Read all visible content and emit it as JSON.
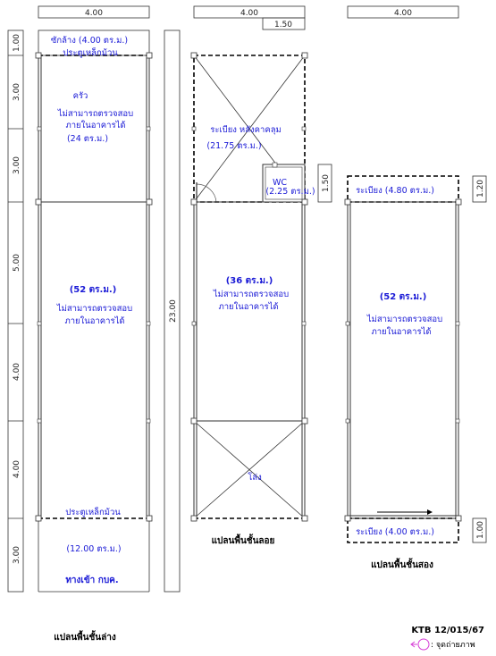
{
  "dimensions": {
    "top_width_1": "4.00",
    "top_width_2": "4.00",
    "top_width_3": "4.00",
    "top_offset": "1.50",
    "left_1": "1.00",
    "left_2": "3.00",
    "left_3": "3.00",
    "left_4": "5.00",
    "left_5": "4.00",
    "left_6": "4.00",
    "left_7": "3.00",
    "total_length": "23.00",
    "mid_wc": "1.50",
    "right_top": "1.20",
    "right_bottom": "1.00"
  },
  "ground_floor": {
    "wash_area": "ซักล้าง (4.00 ตร.ม.)",
    "rolling_door_top": "ประตูเหล็กม้วน",
    "kitchen": "ครัว",
    "kitchen_note_1": "ไม่สามารถตรวจสอบ",
    "kitchen_note_2": "ภายในอาคารได้",
    "kitchen_area": "(24 ตร.ม.)",
    "main_area": "(52 ตร.ม.)",
    "main_note_1": "ไม่สามารถตรวจสอบ",
    "main_note_2": "ภายในอาคารได้",
    "rolling_door_bottom": "ประตูเหล็กม้วน",
    "front_area": "(12.00 ตร.ม.)",
    "entrance": "ทางเข้า กบค.",
    "caption": "แปลนพื้นชั้นล่าง"
  },
  "mezzanine": {
    "balcony": "ระเบียง หลังคาคลุม",
    "balcony_area": "(21.75 ตร.ม.)",
    "wc": "WC",
    "wc_area": "(2.25 ตร.ม.)",
    "main_area": "(36 ตร.ม.)",
    "main_note_1": "ไม่สามารถตรวจสอบ",
    "main_note_2": "ภายในอาคารได้",
    "void": "โล่ง",
    "caption": "แปลนพื้นชั้นลอย"
  },
  "second_floor": {
    "balcony_top": "ระเบียง (4.80 ตร.ม.)",
    "main_area": "(52 ตร.ม.)",
    "main_note_1": "ไม่สามารถตรวจสอบ",
    "main_note_2": "ภายในอาคารได้",
    "balcony_bottom": "ระเบียง (4.00 ตร.ม.)",
    "caption": "แปลนพื้นชั้นสอง"
  },
  "doc_code": "KTB 12/015/67",
  "legend_label": ": จุดถ่ายภาพ",
  "colors": {
    "label_blue": "#1a1ad6",
    "legend_magenta": "#d63cd6"
  }
}
